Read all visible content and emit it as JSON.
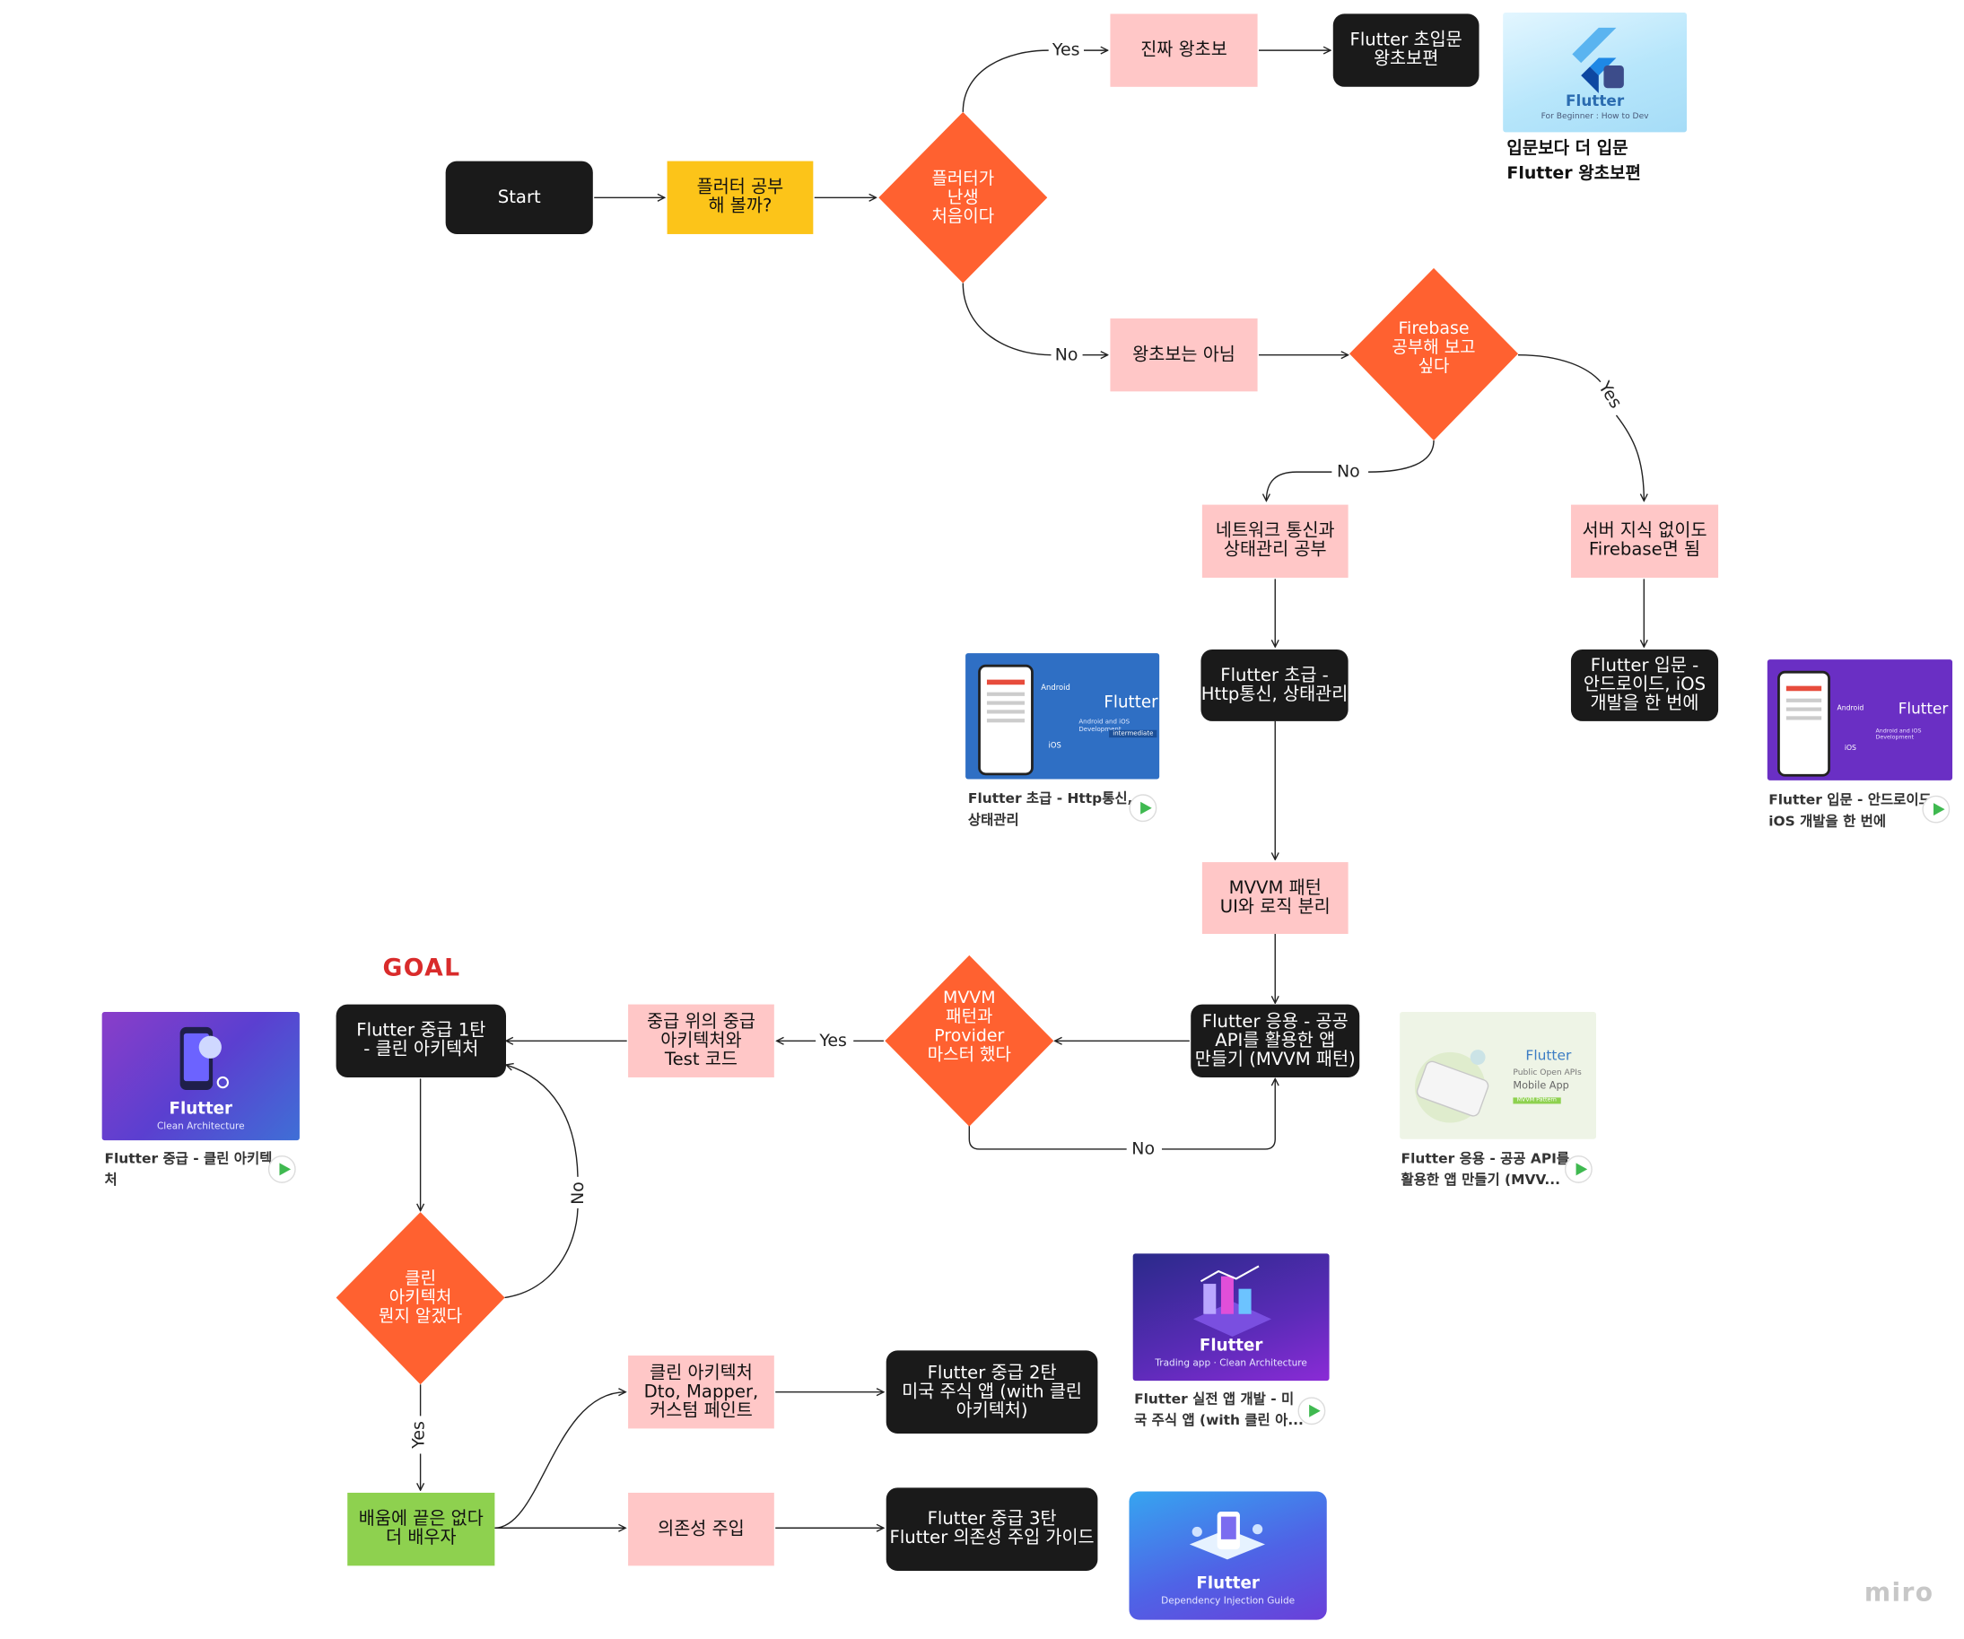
{
  "nodes": {
    "start": "Start",
    "study_flutter": "플러터 공부\n해 볼까?",
    "first_time": "플러터가\n난생\n처음이다",
    "real_beginner": "진짜 왕초보",
    "intro_beginner": "Flutter 초입문\n왕초보편",
    "not_beginner": "왕초보는 아님",
    "want_firebase": "Firebase\n공부해 보고\n싶다",
    "network_state": "네트워크 통신과\n상태관리 공부",
    "no_server": "서버 지식 없이도\nFirebase면 됨",
    "beginner_http": "Flutter 초급 -\nHttp통신, 상태관리",
    "intro_android_ios": "Flutter 입문 -\n안드로이드, iOS\n개발을 한 번에",
    "mvvm_pattern": "MVVM 패턴\nUI와 로직 분리",
    "applied_api": "Flutter 응용 - 공공\nAPI를 활용한 앱\n만들기 (MVVM 패턴)",
    "mvvm_master": "MVVM\n패턴과\nProvider\n마스터 했다",
    "beyond_mid": "중급 위의 중급\n아키텍처와\nTest 코드",
    "mid1_clean": "Flutter 중급 1탄\n- 클린 아키텍처",
    "know_clean": "클린\n아키텍처\n뭔지 알겠다",
    "never_ends": "배움에 끝은 없다\n더 배우자",
    "clean_dto": "클린 아키텍처\nDto, Mapper,\n커스텀 페인트",
    "di": "의존성 주입",
    "mid2_stock": "Flutter 중급 2탄\n미국 주식 앱 (with 클린\n아키텍처)",
    "mid3_di": "Flutter 중급 3탄\nFlutter 의존성 주입 가이드"
  },
  "edge_labels": {
    "yes_top": "Yes",
    "no_top": "No",
    "yes_firebase": "Yes",
    "no_firebase": "No",
    "yes_mvvm": "Yes",
    "no_mvvm": "No",
    "no_clean": "No",
    "yes_clean": "Yes"
  },
  "thumbnails": {
    "t_beginner": {
      "title": "Flutter",
      "subtitle": "For Beginner : How to Dev",
      "caption": "입문보다 더 입문\nFlutter 왕초보편"
    },
    "t_http": {
      "title": "Flutter",
      "side1": "Android",
      "side2": "iOS",
      "sub": "Android and iOS Development",
      "badge": "intermediate",
      "caption": "Flutter 초급 - Http통신,\n상태관리"
    },
    "t_intro": {
      "title": "Flutter",
      "side1": "Android",
      "side2": "iOS",
      "sub": "Android and iOS Development",
      "caption": "Flutter 입문 - 안드로이드,\niOS 개발을 한 번에"
    },
    "t_clean": {
      "title": "Flutter",
      "subtitle": "Clean Architecture",
      "caption": "Flutter 중급 - 클린 아키텍\n처"
    },
    "t_api": {
      "title": "Flutter",
      "line1": "Public Open APIs",
      "line2": "Mobile App",
      "badge": "MVVM Pattern",
      "caption": "Flutter 응용 - 공공 API를\n활용한 앱 만들기 (MVV..."
    },
    "t_trading": {
      "title": "Flutter",
      "subtitle": "Trading app · Clean Architecture",
      "caption": "Flutter 실전 앱 개발 - 미\n국 주식 앱 (with 클린 아..."
    },
    "t_di": {
      "title": "Flutter",
      "subtitle": "Dependency Injection Guide"
    }
  },
  "goal_text": "GOAL",
  "watermark": "miro",
  "colors": {
    "dark": "#1a1a1a",
    "pink": "#ffc7c7",
    "yellow": "#fcc419",
    "green": "#8ed14f",
    "diamond": "#ff6130"
  }
}
